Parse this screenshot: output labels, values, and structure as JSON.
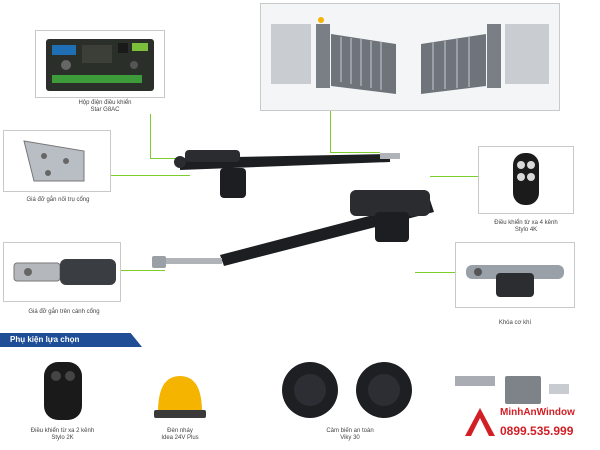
{
  "captions": {
    "control_box": [
      "Hộp điện điều khiển",
      "Star G8AC"
    ],
    "post_bracket": [
      "Giá đỡ gắn nối trụ cổng"
    ],
    "gate_bracket": [
      "Giá đỡ gắn trên cánh cổng"
    ],
    "remote_4": [
      "Điều khiển từ xa 4 kênh",
      "Stylo 4K"
    ],
    "lock_key": [
      "Khóa cơ khí"
    ],
    "remote_2": [
      "Điều khiển từ xa 2 kênh",
      "Stylo 2K"
    ],
    "lamp": [
      "Đèn nháy",
      "Idea 24V Plus"
    ],
    "sensor": [
      "Cảm biến an toàn",
      "Viky 30"
    ]
  },
  "banner": "Phụ kiện lựa chọn",
  "brand": {
    "name": "MinhAnWindow",
    "phone": "0899.535.999"
  },
  "colors": {
    "accent_line": "#7ccd2e",
    "banner_bg": "#1f4e96",
    "brand_red": "#d21f26",
    "lamp_yellow": "#f5b400"
  }
}
